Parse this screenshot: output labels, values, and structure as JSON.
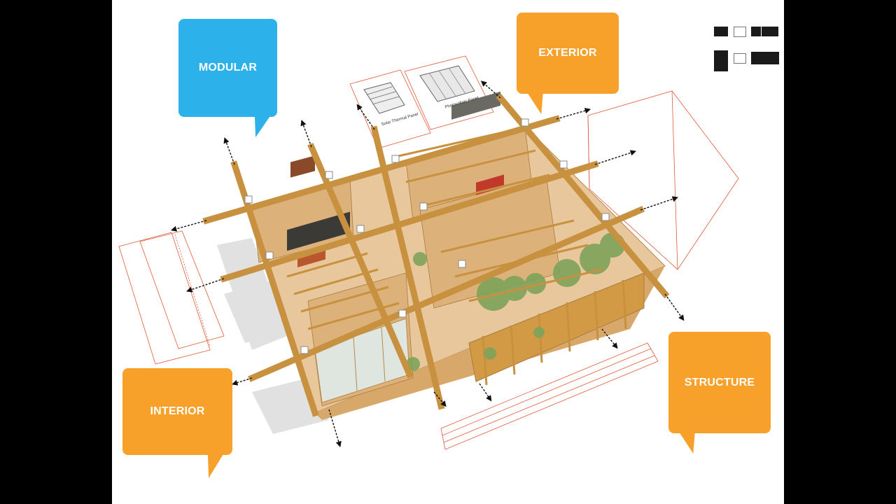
{
  "callouts": {
    "modular": "MODULAR",
    "exterior": "EXTERIOR",
    "interior": "INTERIOR",
    "structure": "STRUCTURE"
  },
  "panels": {
    "solar_thermal": "Solar Thermal Panel",
    "photovoltaic": "Photovoltaic Panel"
  },
  "colors": {
    "modular": "#2cb1ea",
    "exterior": "#f7a12b",
    "interior": "#f7a12b",
    "structure": "#f7a12b",
    "timber": "#c8913f",
    "floor": "#e9c79c",
    "guide_lines": "#e05a3a"
  }
}
